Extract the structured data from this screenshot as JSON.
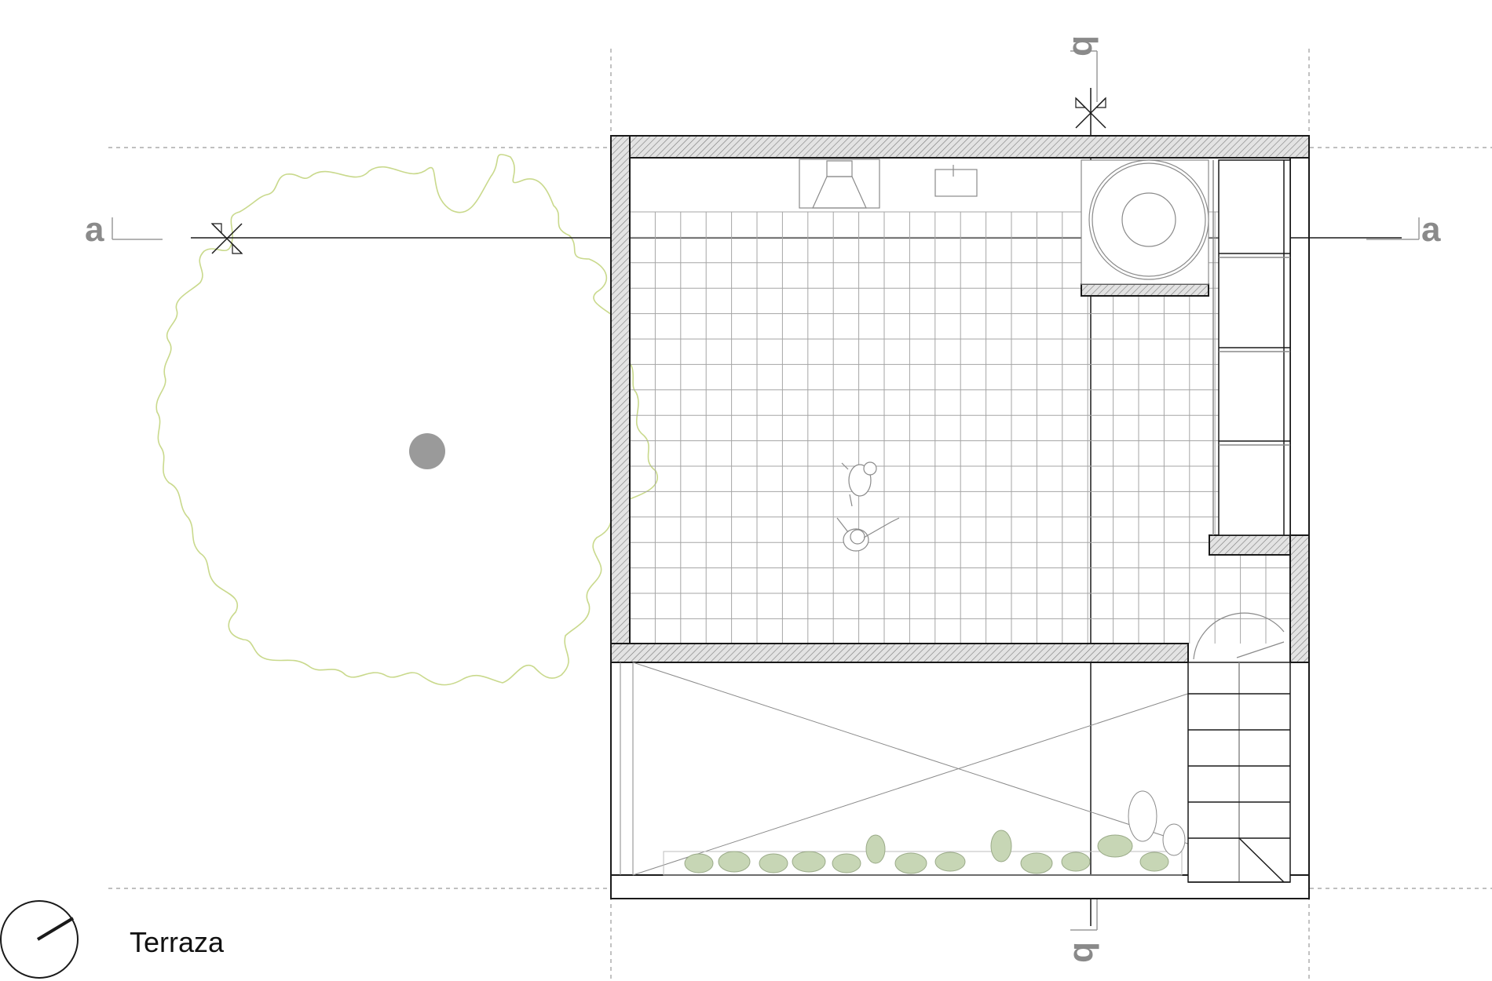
{
  "drawing": {
    "caption": "Terraza",
    "section_marks": {
      "a_left": "a",
      "a_right": "a",
      "b_top": "b",
      "b_bottom": "b"
    },
    "colors": {
      "line": "#1a1a1a",
      "grid": "#9a9a9a",
      "hatch_fill": "#d9d9d9",
      "tree_outline": "#c9d98c",
      "tree_trunk": "#9a9a9a",
      "plant_fill": "#c7d6b5",
      "section_text": "#8a8a8a"
    },
    "icons": [
      "north-arrow-icon",
      "tree-canopy-icon",
      "people-figures-icon",
      "planter-plants-icon",
      "staircase-icon"
    ]
  }
}
